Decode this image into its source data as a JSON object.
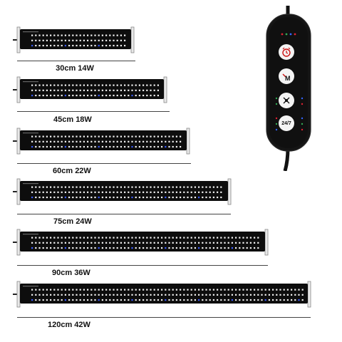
{
  "products": [
    {
      "label": "30cm 14W"
    },
    {
      "label": "45cm 18W"
    },
    {
      "label": "60cm 22W"
    },
    {
      "label": "75cm 24W"
    },
    {
      "label": "90cm 36W"
    },
    {
      "label": "120cm 42W"
    }
  ],
  "controller": {
    "buttons": [
      {
        "icon": "alarm-clock-icon",
        "label": ""
      },
      {
        "icon": "mode-m-icon",
        "label": ""
      },
      {
        "icon": "brightness-icon",
        "label": ""
      },
      {
        "icon": "24-7-mode-icon",
        "label": "24/7"
      }
    ]
  },
  "colors": {
    "background": "#ffffff",
    "light_body": "#0d0d0d",
    "controller_body": "#111111",
    "led": "#f2f2f2",
    "led_blue": "#3a5bff"
  }
}
